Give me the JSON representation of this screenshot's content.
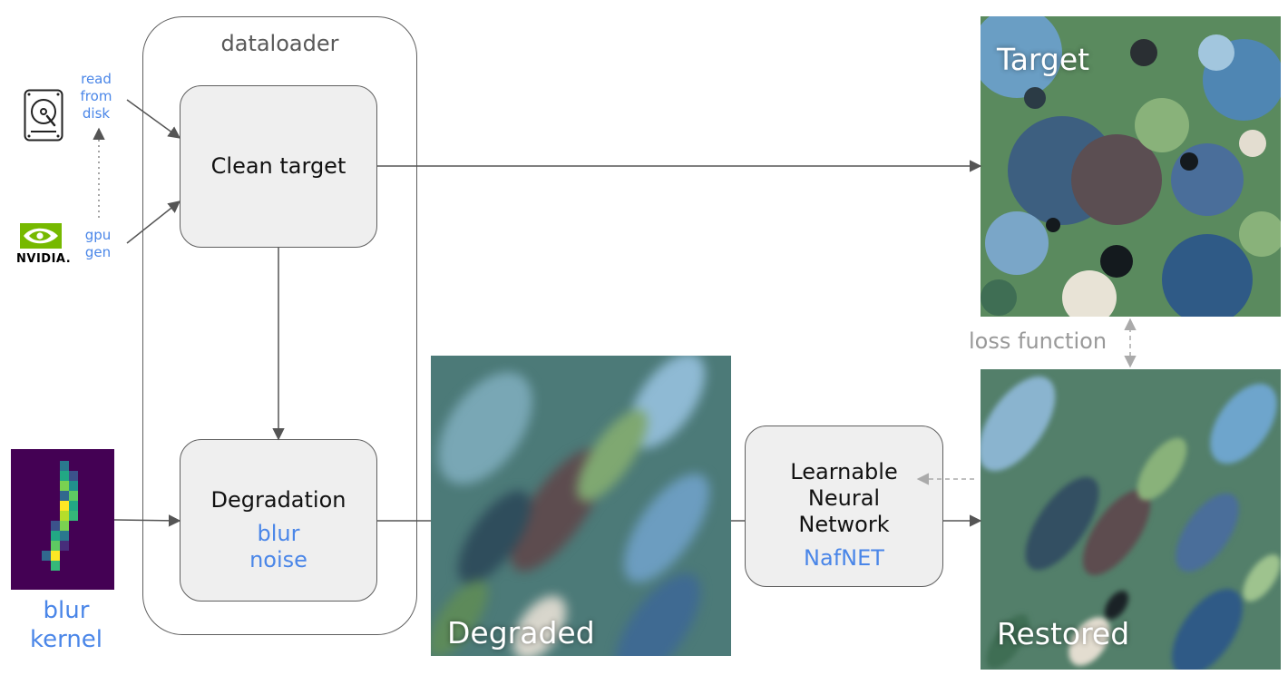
{
  "diagram": {
    "dataloader_label": "dataloader",
    "clean_target_label": "Clean target",
    "degradation": {
      "title": "Degradation",
      "line1": "blur",
      "line2": "noise"
    },
    "network": {
      "line1": "Learnable",
      "line2": "Neural",
      "line3": "Network",
      "model": "NafNET"
    },
    "read_from_disk": [
      "read",
      "from",
      "disk"
    ],
    "gpu_gen": [
      "gpu",
      "gen"
    ],
    "nvidia_label": "NVIDIA.",
    "blur_kernel": [
      "blur",
      "kernel"
    ],
    "loss_function": "loss function",
    "images": {
      "target": "Target",
      "degraded": "Degraded",
      "restored": "Restored"
    }
  },
  "colors": {
    "accent_blue": "#4a86e8",
    "box_fill": "#efefef",
    "stroke": "#5f5f5f",
    "nvidia_green": "#76b900"
  }
}
